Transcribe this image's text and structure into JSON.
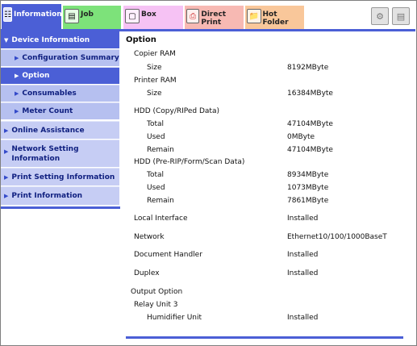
{
  "tabs": [
    {
      "label": "Information",
      "icon": "info-icon"
    },
    {
      "label": "Job",
      "icon": "job-icon"
    },
    {
      "label": "Box",
      "icon": "box-icon"
    },
    {
      "label": "Direct Print",
      "icon": "direct-print-icon"
    },
    {
      "label": "Hot Folder",
      "icon": "hot-folder-icon"
    }
  ],
  "sidebar": {
    "header": "Device Information",
    "subitems": [
      "Configuration Summary",
      "Option",
      "Consumables",
      "Meter Count"
    ],
    "items": [
      "Online Assistance",
      "Network Setting Information",
      "Print Setting Information",
      "Print Information"
    ],
    "active": "Option"
  },
  "content": {
    "title": "Option",
    "rows": [
      {
        "label": "Copier RAM",
        "value": ""
      },
      {
        "label": "Size",
        "value": "8192MByte"
      },
      {
        "label": "Printer RAM",
        "value": ""
      },
      {
        "label": "Size",
        "value": "16384MByte"
      },
      {
        "label": "HDD (Copy/RIPed Data)",
        "value": ""
      },
      {
        "label": "Total",
        "value": "47104MByte"
      },
      {
        "label": "Used",
        "value": "0MByte"
      },
      {
        "label": "Remain",
        "value": "47104MByte"
      },
      {
        "label": "HDD (Pre-RIP/Form/Scan Data)",
        "value": ""
      },
      {
        "label": "Total",
        "value": "8934MByte"
      },
      {
        "label": "Used",
        "value": "1073MByte"
      },
      {
        "label": "Remain",
        "value": "7861MByte"
      },
      {
        "label": "Local Interface",
        "value": "Installed"
      },
      {
        "label": "Network",
        "value": "Ethernet10/100/1000BaseT"
      },
      {
        "label": "Document Handler",
        "value": "Installed"
      },
      {
        "label": "Duplex",
        "value": "Installed"
      },
      {
        "label": "Output Option",
        "value": ""
      },
      {
        "label": "Relay Unit 3",
        "value": ""
      },
      {
        "label": "Humidifier Unit",
        "value": "Installed"
      }
    ]
  },
  "colors": {
    "accent": "#4b5fd6",
    "sidebar_sub": "#b6c0f0",
    "tab_job": "#7de27a",
    "tab_box": "#f6c2f4",
    "tab_direct": "#f7b9b3",
    "tab_hot": "#f9c79a"
  }
}
